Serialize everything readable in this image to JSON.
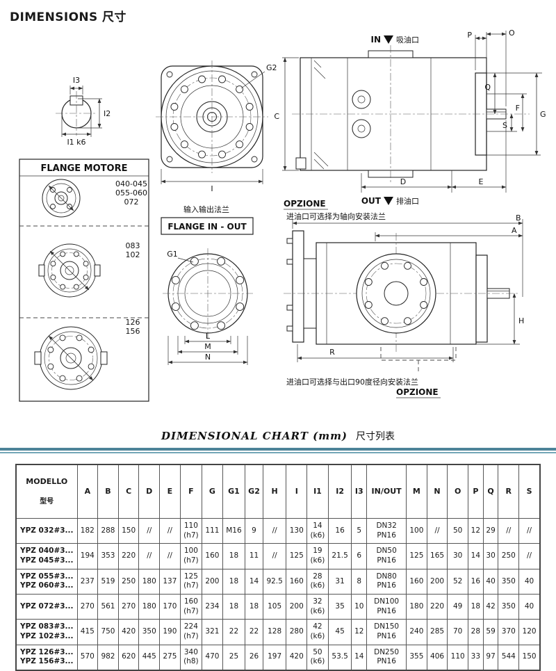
{
  "colors": {
    "rule_teal": "#4d8398",
    "rule_teal_light": "#73a6b7",
    "ink": "#1a1a1a"
  },
  "page": {
    "title": "DIMENSIONS 尺寸"
  },
  "drawing": {
    "shaft": {
      "i3": "I3",
      "i2": "I2",
      "i1k6": "I1 k6"
    },
    "front_view": {
      "g2": "G2",
      "i": "I"
    },
    "side_view": {
      "c": "C",
      "in": "IN",
      "in_cn": "吸油口",
      "out": "OUT",
      "out_cn": "排油口",
      "p": "P",
      "o": "O",
      "q": "Q",
      "s": "S",
      "f": "F",
      "g": "G",
      "d": "D",
      "e": "E"
    },
    "flange_motore": {
      "title": "FLANGE MOTORE",
      "sizes_small": [
        "040-045",
        "055-060",
        "072"
      ],
      "sizes_mid": [
        "083",
        "102"
      ],
      "sizes_large": [
        "126",
        "156"
      ]
    },
    "flange_inout": {
      "cn_title": "输入输出法兰",
      "title": "FLANGE IN - OUT",
      "g1": "G1",
      "l": "L",
      "m": "M",
      "n": "N"
    },
    "option_axial": {
      "label": "OPZIONE",
      "note": "进油口可选择为轴向安装法兰"
    },
    "assembly_view": {
      "a": "A",
      "b": "B",
      "h": "H",
      "r": "R"
    },
    "option_radial": {
      "note": "进油口可选择与出口90度径向安装法兰",
      "label": "OPZIONE"
    }
  },
  "chart": {
    "title": "DIMENSIONAL CHART (mm)",
    "title_cn": "尺寸列表"
  },
  "table": {
    "model_header": "MODELLO",
    "model_header_cn": "型号",
    "columns": [
      "A",
      "B",
      "C",
      "D",
      "E",
      "F",
      "G",
      "G1",
      "G2",
      "H",
      "I",
      "I1",
      "I2",
      "I3",
      "IN/OUT",
      "M",
      "N",
      "O",
      "P",
      "Q",
      "R",
      "S"
    ],
    "rows": [
      {
        "model": "YPZ 032#3...",
        "values": [
          "182",
          "288",
          "150",
          "//",
          "//",
          "110\n(h7)",
          "111",
          "M16",
          "9",
          "//",
          "130",
          "14\n(k6)",
          "16",
          "5",
          "DN32\nPN16",
          "100",
          "//",
          "50",
          "12",
          "29",
          "//",
          "//"
        ]
      },
      {
        "model": "YPZ 040#3...\nYPZ 045#3...",
        "values": [
          "194",
          "353",
          "220",
          "//",
          "//",
          "100\n(h7)",
          "160",
          "18",
          "11",
          "//",
          "125",
          "19\n(k6)",
          "21.5",
          "6",
          "DN50\nPN16",
          "125",
          "165",
          "30",
          "14",
          "30",
          "250",
          "//"
        ]
      },
      {
        "model": "YPZ 055#3...\nYPZ 060#3...",
        "values": [
          "237",
          "519",
          "250",
          "180",
          "137",
          "125\n(h7)",
          "200",
          "18",
          "14",
          "92.5",
          "160",
          "28\n(k6)",
          "31",
          "8",
          "DN80\nPN16",
          "160",
          "200",
          "52",
          "16",
          "40",
          "350",
          "40"
        ]
      },
      {
        "model": "YPZ 072#3...",
        "values": [
          "270",
          "561",
          "270",
          "180",
          "170",
          "160\n(h7)",
          "234",
          "18",
          "18",
          "105",
          "200",
          "32\n(k6)",
          "35",
          "10",
          "DN100\nPN16",
          "180",
          "220",
          "49",
          "18",
          "42",
          "350",
          "40"
        ]
      },
      {
        "model": "YPZ 083#3...\nYPZ 102#3...",
        "values": [
          "415",
          "750",
          "420",
          "350",
          "190",
          "224\n(h7)",
          "321",
          "22",
          "22",
          "128",
          "280",
          "42\n(k6)",
          "45",
          "12",
          "DN150\nPN16",
          "240",
          "285",
          "70",
          "28",
          "59",
          "370",
          "120"
        ]
      },
      {
        "model": "YPZ 126#3...\nYPZ 156#3...",
        "values": [
          "570",
          "982",
          "620",
          "445",
          "275",
          "340\n(h8)",
          "470",
          "25",
          "26",
          "197",
          "420",
          "50\n(k6)",
          "53.5",
          "14",
          "DN250\nPN16",
          "355",
          "406",
          "110",
          "33",
          "97",
          "544",
          "150"
        ]
      }
    ]
  }
}
